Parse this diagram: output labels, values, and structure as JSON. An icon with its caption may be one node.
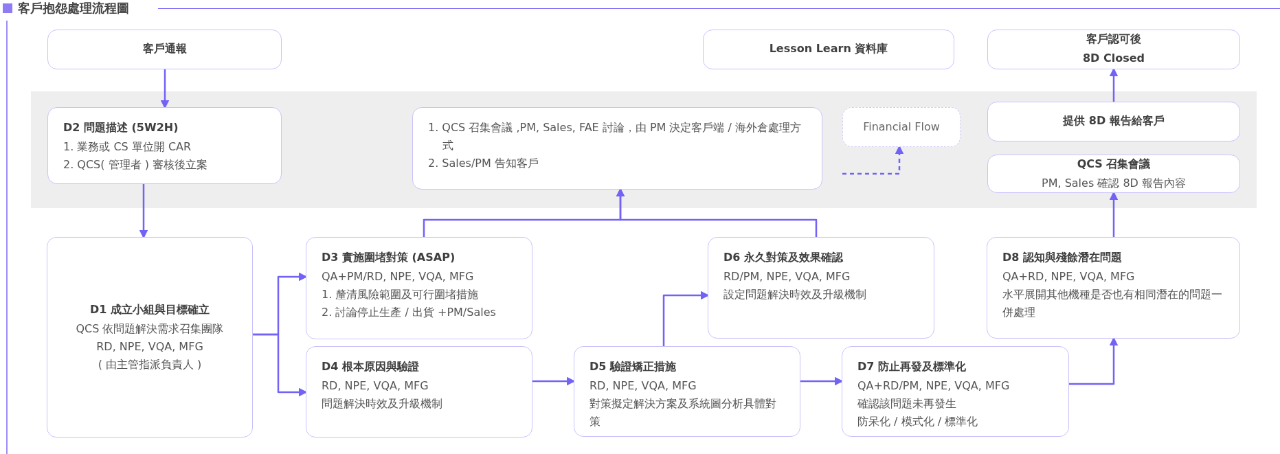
{
  "diagram": {
    "title": "客戶抱怨處理流程圖",
    "nodes": [
      {
        "text": [
          "客戶通報"
        ]
      },
      {
        "text": [
          "Lesson Learn 資料庫"
        ]
      },
      {
        "text": [
          "客戶認可後",
          "8D Closed"
        ]
      },
      {
        "text": [
          "D2 問題描述 (5W2H)",
          "1. 業務或 CS 單位開 CAR",
          "2. QCS( 管理者 ) 審核後立案"
        ]
      },
      {
        "text": [
          "1. QCS 召集會議 ,PM, Sales, FAE 討論，由 PM 決定客戶端 / 海外倉處理方式",
          "2. Sales/PM 告知客戶"
        ]
      },
      {
        "text": [
          "Financial Flow"
        ]
      },
      {
        "text": [
          "提供 8D 報告給客戶"
        ]
      },
      {
        "text": [
          "QCS 召集會議",
          "PM, Sales 確認 8D 報告內容"
        ]
      },
      {
        "text": [
          "D1 成立小組與目標確立",
          "QCS 依問題解決需求召集團隊",
          "RD, NPE, VQA, MFG",
          "( 由主管指派負責人 )"
        ]
      },
      {
        "text": [
          "D3 實施圍堵對策 (ASAP)",
          "QA+PM/RD, NPE, VQA, MFG",
          "1. 釐清風險範圍及可行圍堵措施",
          "2. 討論停止生產 / 出貨 +PM/Sales"
        ]
      },
      {
        "text": [
          "D6 永久對策及效果確認",
          "RD/PM, NPE, VQA, MFG",
          "設定問題解決時效及升級機制"
        ]
      },
      {
        "text": [
          "D8 認知與殘餘潛在問題",
          "QA+RD, NPE, VQA, MFG",
          "水平展開其他機種是否也有相同潛在的問題一併處理"
        ]
      },
      {
        "text": [
          "D4 根本原因與驗證",
          "RD, NPE, VQA, MFG",
          "問題解決時效及升級機制"
        ]
      },
      {
        "text": [
          "D5 驗證矯正措施",
          "RD, NPE, VQA, MFG",
          "對策擬定解決方案及系統圖分析具體對策"
        ]
      },
      {
        "text": [
          "D7 防止再發及標準化",
          "QA+RD/PM, NPE, VQA, MFG",
          "確認該問題未再發生",
          "防呆化 / 模式化 / 標準化"
        ]
      }
    ],
    "edges": [
      {
        "from": 0,
        "to": 3,
        "arrow": "to"
      },
      {
        "from": 3,
        "to": 8,
        "arrow": "to"
      },
      {
        "from": 8,
        "to": 9,
        "arrow": "to"
      },
      {
        "from": 8,
        "to": 12,
        "arrow": "to"
      },
      {
        "from": 9,
        "to": 4,
        "arrow": "to"
      },
      {
        "from": 10,
        "to": 4,
        "arrow": "to"
      },
      {
        "from": 12,
        "to": 13,
        "arrow": "to"
      },
      {
        "from": 13,
        "to": 10,
        "arrow": "to"
      },
      {
        "from": 13,
        "to": 14,
        "arrow": "to"
      },
      {
        "from": 14,
        "to": 11,
        "arrow": "to"
      },
      {
        "from": 11,
        "to": 7,
        "arrow": "to"
      },
      {
        "from": 6,
        "to": 2,
        "arrow": "to"
      },
      {
        "from": null,
        "to": 5,
        "arrow": "to",
        "style": "dashed"
      }
    ]
  }
}
